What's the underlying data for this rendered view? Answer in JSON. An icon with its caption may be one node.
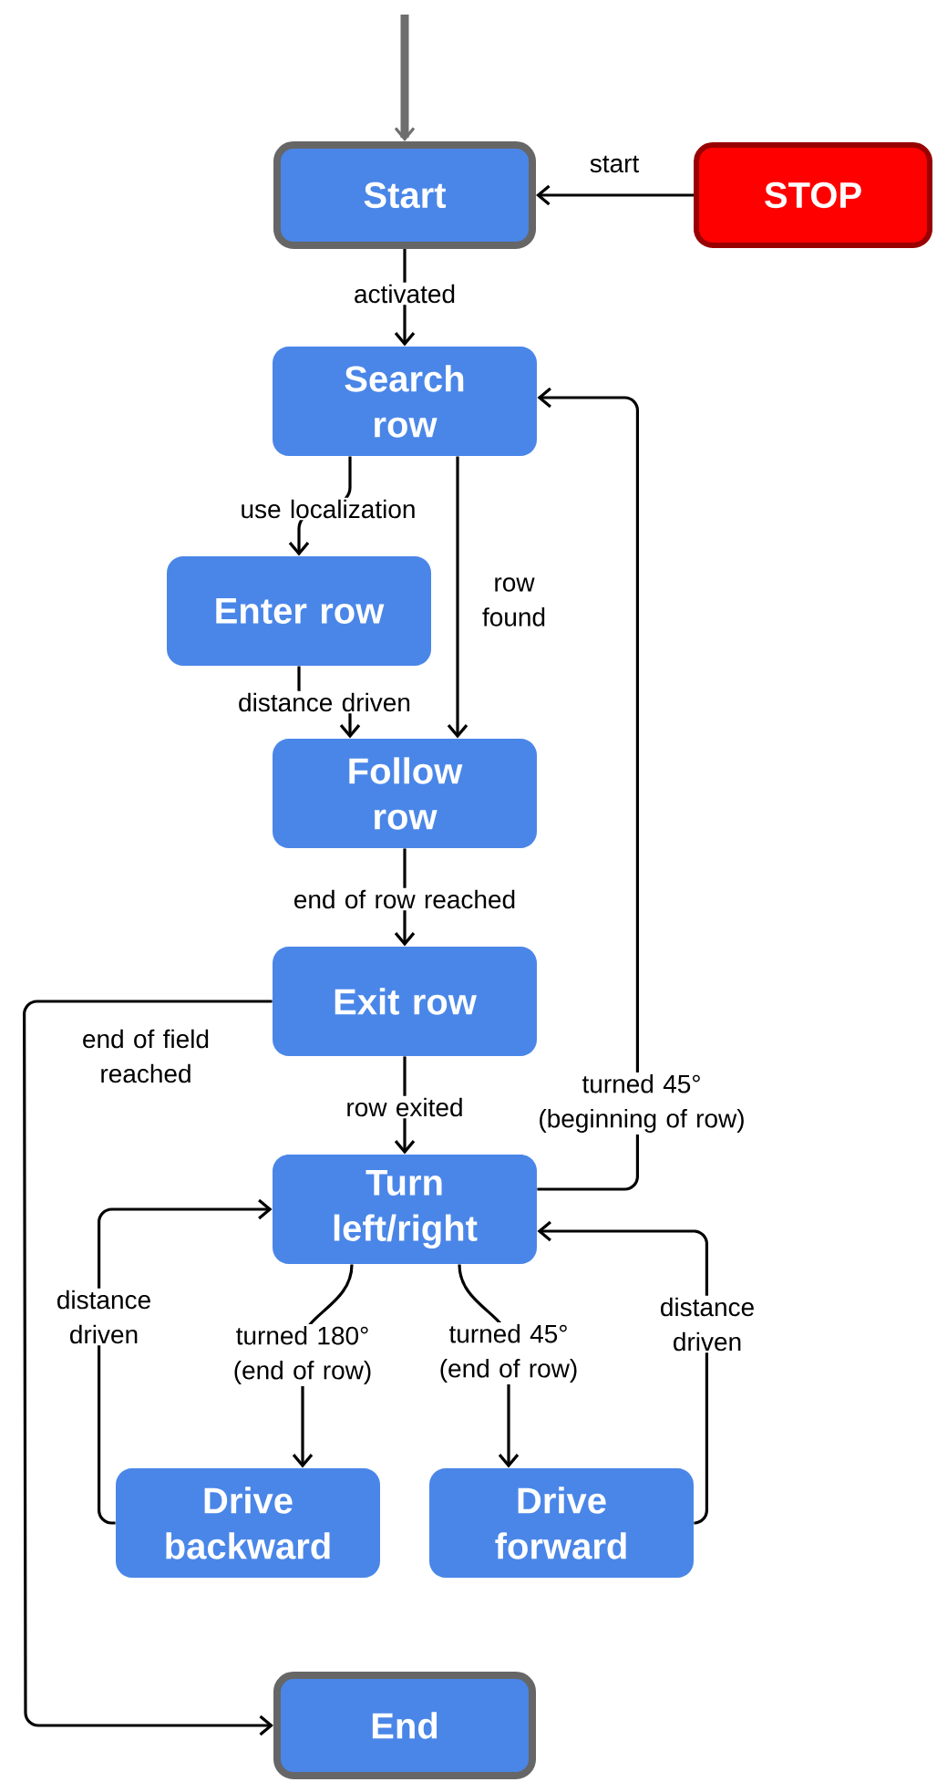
{
  "diagram": {
    "nodes": [
      {
        "text": [
          "Start"
        ]
      },
      {
        "text": [
          "STOP"
        ]
      },
      {
        "text": [
          "Search row"
        ]
      },
      {
        "text": [
          "Enter row"
        ]
      },
      {
        "text": [
          "Follow row"
        ]
      },
      {
        "text": [
          "Exit row"
        ]
      },
      {
        "text": [
          "Turn left/right"
        ]
      },
      {
        "text": [
          "Drive backward"
        ]
      },
      {
        "text": [
          "Drive forward"
        ]
      },
      {
        "text": [
          "End"
        ]
      }
    ],
    "edges": [
      {
        "from": null,
        "to": 0,
        "arrow": "to",
        "style": "thick",
        "color": "#6e6e6e"
      },
      {
        "from": 1,
        "to": 0,
        "arrow": "to",
        "label": "start"
      },
      {
        "from": 0,
        "to": 2,
        "arrow": "to",
        "label": "activated"
      },
      {
        "from": 2,
        "to": 3,
        "arrow": "to",
        "label": "use localization"
      },
      {
        "from": 2,
        "to": 4,
        "arrow": "to",
        "label": "row found"
      },
      {
        "from": 3,
        "to": 4,
        "arrow": "to",
        "label": "distance driven"
      },
      {
        "from": 4,
        "to": 5,
        "arrow": "to",
        "label": "end of row reached"
      },
      {
        "from": 5,
        "to": 6,
        "arrow": "to",
        "label": "row exited"
      },
      {
        "from": 5,
        "to": 9,
        "arrow": "to",
        "label": "end of field reached"
      },
      {
        "from": 6,
        "to": 2,
        "arrow": "to",
        "label": "turned 45° (beginning of row)"
      },
      {
        "from": 6,
        "to": 7,
        "arrow": "to",
        "label": "turned 180° (end of row)"
      },
      {
        "from": 6,
        "to": 8,
        "arrow": "to",
        "label": "turned 45° (end of row)"
      },
      {
        "from": 7,
        "to": 6,
        "arrow": "to",
        "label": "distance driven"
      },
      {
        "from": 8,
        "to": 6,
        "arrow": "to",
        "label": "distance driven"
      }
    ]
  }
}
